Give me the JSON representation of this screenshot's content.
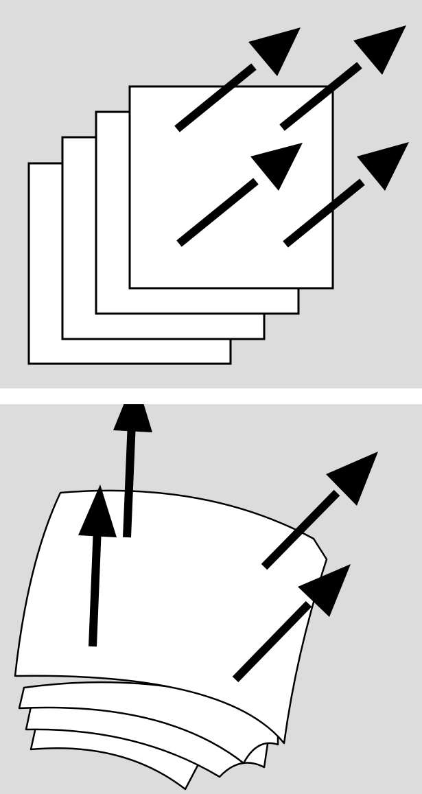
{
  "colors": {
    "panel_background": "#dcdcdc",
    "separator": "#ffffff",
    "sheet_fill": "#ffffff",
    "outline": "#000000",
    "arrow": "#000000"
  },
  "panels": [
    {
      "id": "flat-stack",
      "depicts": [
        "square-sheet",
        "square-sheet",
        "square-sheet",
        "square-sheet"
      ],
      "arrow_count": 4
    },
    {
      "id": "curved-stack",
      "depicts": [
        "curved-sheet",
        "curved-sheet",
        "curved-sheet",
        "curved-sheet"
      ],
      "arrow_count": 4
    }
  ]
}
